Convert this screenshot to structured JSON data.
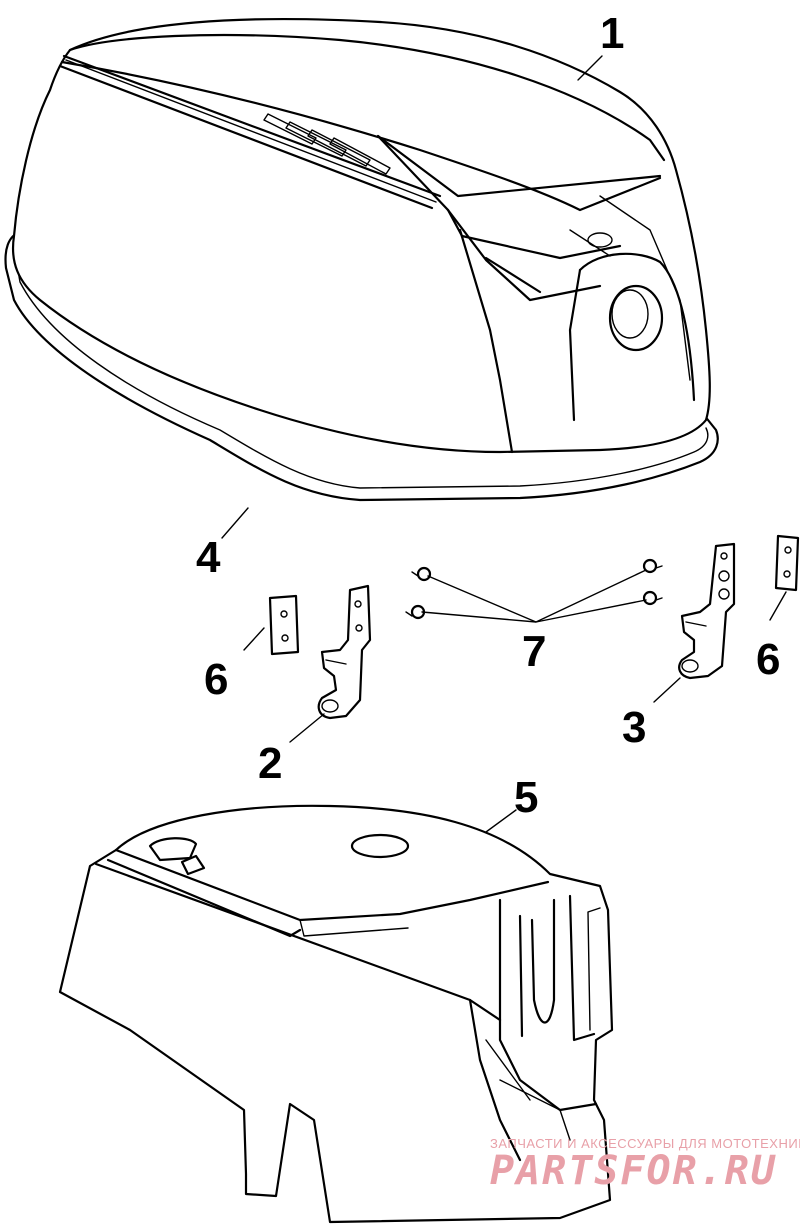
{
  "callouts": [
    {
      "id": "1",
      "label": "1"
    },
    {
      "id": "4",
      "label": "4"
    },
    {
      "id": "6a",
      "label": "6"
    },
    {
      "id": "2",
      "label": "2"
    },
    {
      "id": "7",
      "label": "7"
    },
    {
      "id": "3",
      "label": "3"
    },
    {
      "id": "6b",
      "label": "6"
    },
    {
      "id": "5",
      "label": "5"
    }
  ],
  "watermark": {
    "tagline": "ЗАПЧАСТИ И АКСЕССУАРЫ ДЛЯ МОТОТЕХНИКИ",
    "brand": "PARTSFOR.RU",
    "color": "#e8a0a8"
  }
}
